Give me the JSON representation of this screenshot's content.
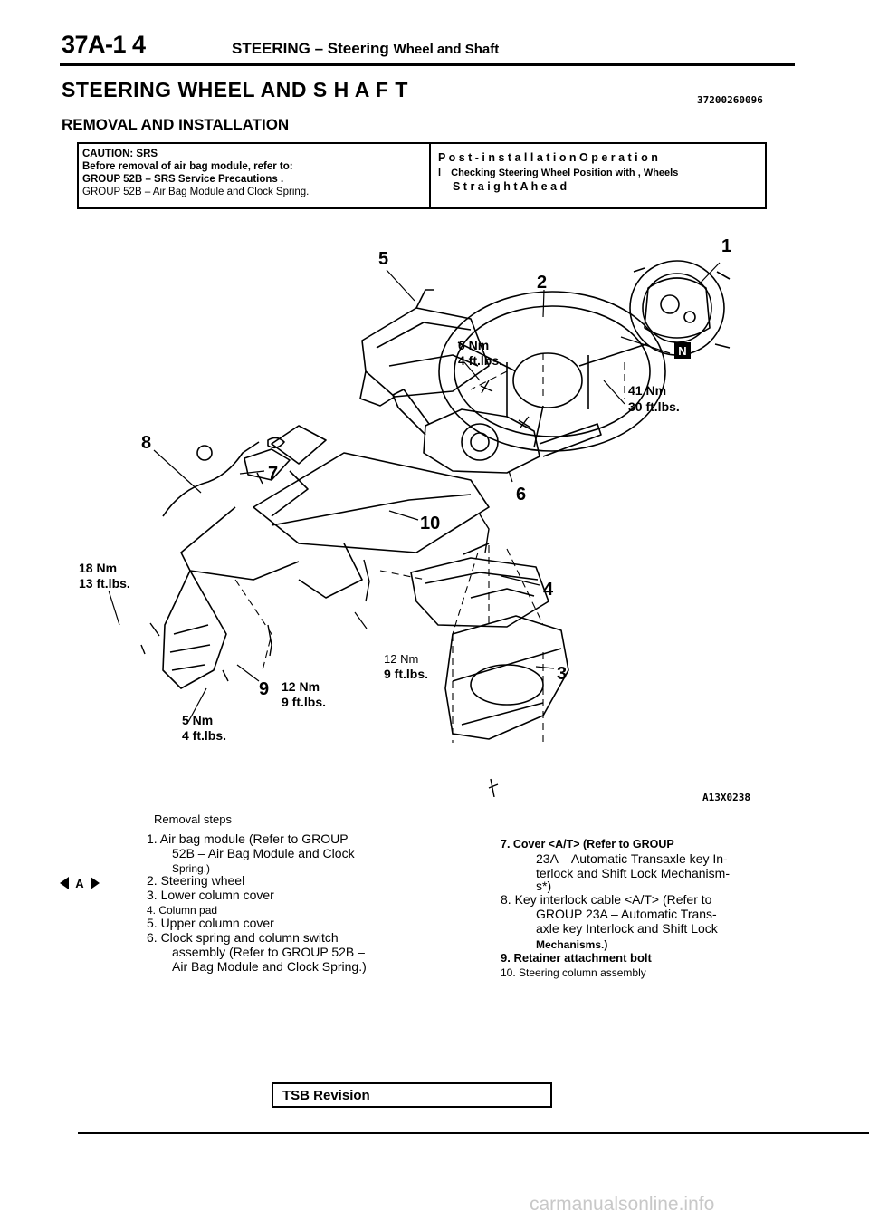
{
  "header": {
    "page_number": "37A-1 4",
    "title": "STEERING – Steering",
    "title_suffix": "Wheel and Shaft"
  },
  "main_title": "STEERING WHEEL AND S H A F T",
  "doc_code": "37200260096",
  "section_title": "REMOVAL AND INSTALLATION",
  "caution": {
    "line1": "CAUTION: SRS",
    "line2": "Before removal of air bag module, refer to:",
    "line3": "GROUP 52B – SRS Service Precautions .",
    "line4": "GROUP 52B – Air Bag Module and Clock Spring."
  },
  "post_install": {
    "title": "P o s t - i n s t a l l a t i o n   O p e r a t i o n",
    "bullet": "l",
    "line1": "Checking Steering Wheel Position with , Wheels",
    "line2": "S t r a i g h t   A h e a d"
  },
  "diagram": {
    "callouts": [
      "1",
      "2",
      "3",
      "4",
      "5",
      "6",
      "7",
      "8",
      "9",
      "10"
    ],
    "n_badge": "N",
    "torques": {
      "t6nm": "6 Nm",
      "t6ft": "4 ft.lbs.",
      "t41nm": "41 Nm",
      "t41ft": "30 ft.lbs.",
      "t18nm": "18 Nm",
      "t18ft": "13 ft.lbs.",
      "t12anm": "12 Nm",
      "t12aft": "9 ft.lbs.",
      "t12bnm": "12 Nm",
      "t12bft": "9 ft.lbs.",
      "t5nm": "5 Nm",
      "t5ft": "4 ft.lbs."
    },
    "figure_code": "A13X0238"
  },
  "removal": {
    "heading": "Removal steps",
    "left": [
      "1. Air bag module (Refer to GROUP",
      "52B – Air Bag Module and Clock",
      "Spring.)",
      "2. Steering wheel",
      "3. Lower column cover",
      "4. Column pad",
      "5. Upper column cover",
      "6. Clock spring and column switch",
      "assembly (Refer to GROUP 52B –",
      "Air Bag Module and Clock Spring.)"
    ],
    "right": [
      "7. Cover <A/T> (Refer to GROUP",
      "23A – Automatic Transaxle key In-",
      "terlock and Shift Lock Mechanism-",
      "s*)",
      "8. Key interlock cable <A/T> (Refer to",
      "GROUP 23A – Automatic Trans-",
      "axle key Interlock and Shift Lock",
      "Mechanisms.)",
      "9. Retainer attachment bolt",
      "10. Steering column assembly"
    ],
    "marker": "A"
  },
  "footer": {
    "tsb": "TSB Revision",
    "watermark": "carmanualsonline.info"
  }
}
